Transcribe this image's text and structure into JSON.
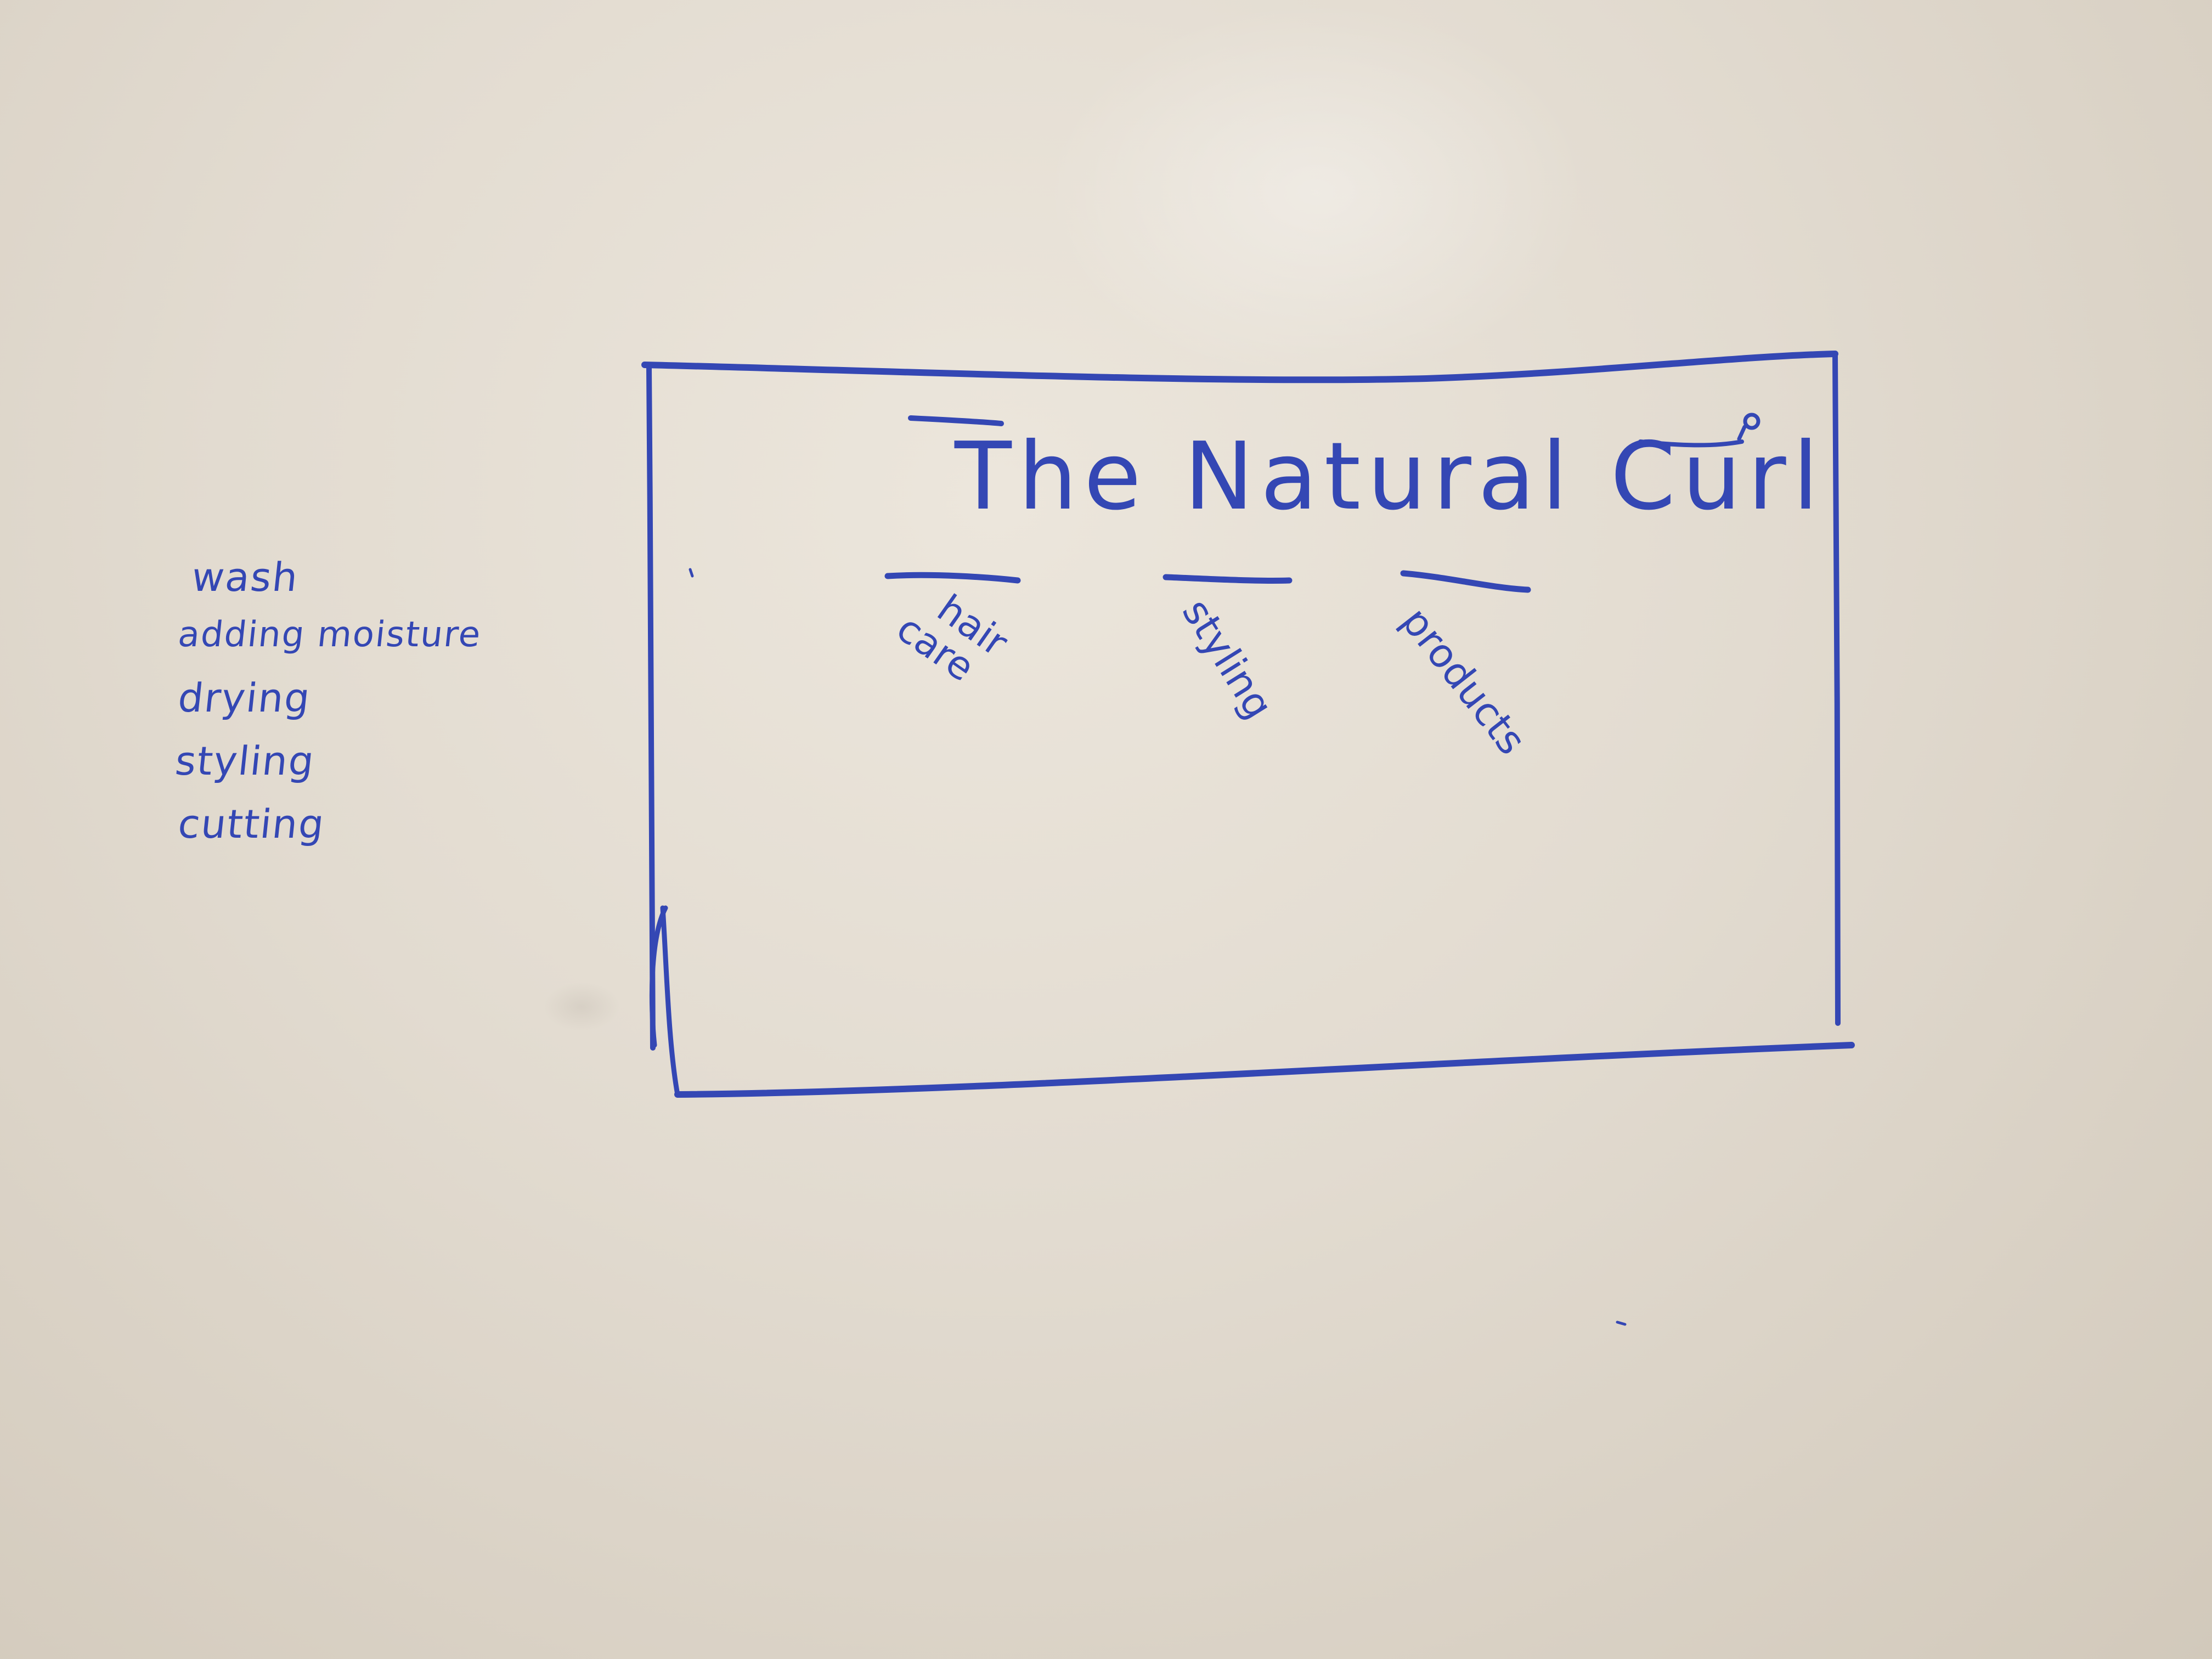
{
  "whiteboard": {
    "side_list": [
      "wash",
      "adding moisture",
      "drying",
      "styling",
      "cutting"
    ],
    "sketch": {
      "title": "The Natural Curl",
      "nav": [
        {
          "lines": [
            "hair",
            "care"
          ]
        },
        {
          "lines": [
            "styling"
          ]
        },
        {
          "lines": [
            "products"
          ]
        }
      ]
    }
  },
  "colors": {
    "ink": "#3447b4",
    "board": "#e6e0d6"
  }
}
